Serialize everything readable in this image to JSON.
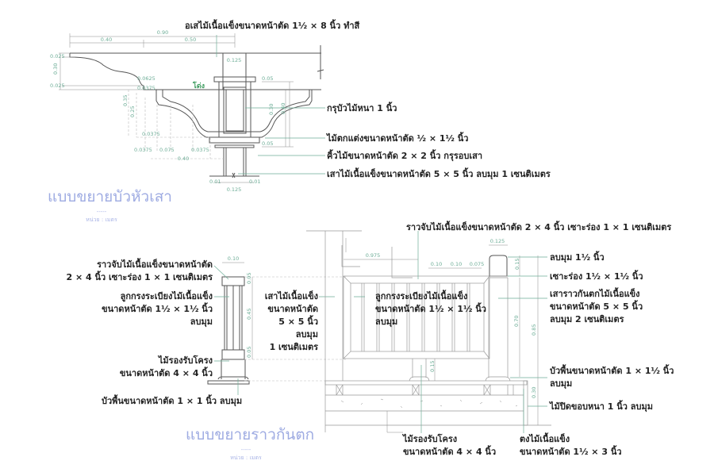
{
  "capital": {
    "title": "แบบขยายบัวหัวเสา",
    "dashes": "-----",
    "unit": "หน่วย : เมตร",
    "tag": "โด่ง",
    "labels": {
      "top": "อเสไม้เนื้อแข็งขนาดหน้าตัด 1½ × 8 นิ้ว  ทำสี",
      "panel": "กรุบัวไม้หนา 1 นิ้ว",
      "trim": "ไม้ตกแต่งขนาดหน้าตัด ½ × 1½ นิ้ว",
      "molding": "คิ้วไม้ขนาดหน้าตัด 2 × 2 นิ้ว  กรุรอบเสา",
      "post": "เสาไม้เนื้อแข็งขนาดหน้าตัด 5 × 5 นิ้ว  ลบมุม 1 เซนติเมตร"
    },
    "dims": {
      "d090": "0.90",
      "d040a": "0.40",
      "d050": "0.50",
      "d0125a": "0.125",
      "d0025a": "0.025",
      "d030a": "0.30",
      "d0025b": "0.025",
      "d00625": "0.0625",
      "d00375a": "0.0375",
      "d035": "0.35",
      "d025": "0.25",
      "d00375b": "0.0375",
      "d00375c": "0.0375",
      "d0075": "0.075",
      "d00375d": "0.0375",
      "d040b": "0.40",
      "d005a": "0.05",
      "d005b": "0.05",
      "d030b": "0.30",
      "d040c": "0.40",
      "d001a": "0.01",
      "d001b": "0.01",
      "d0125b": "0.125"
    }
  },
  "railing": {
    "title": "แบบขยายราวกันตก",
    "dashes": "-----",
    "unit": "หน่วย : เมตร",
    "section_labels": {
      "rail1": "ราวจับไม้เนื้อแข็งขนาดหน้าตัด",
      "rail2": "2 × 4 นิ้ว  เซาะร่อง 1 × 1 เซนติเมตร",
      "bal1": "ลูกกรงระเบียงไม้เนื้อแข็ง",
      "bal2": "ขนาดหน้าตัด 1½ × 1½ นิ้ว",
      "bal3": "ลบมุม",
      "sup1": "ไม้รองรับโครง",
      "sup2": "ขนาดหน้าตัด 4 × 4 นิ้ว",
      "base": "บัวพื้นขนาดหน้าตัด 1 × 1 นิ้ว  ลบมุม"
    },
    "post_labels": {
      "p1": "เสาไม้เนื้อแข็ง",
      "p2": "ขนาดหน้าตัด",
      "p3": "5 × 5 นิ้ว",
      "p4": "ลบมุม",
      "p5": "1 เซนติเมตร"
    },
    "elevation_labels": {
      "top": "ราวจับไม้เนื้อแข็งขนาดหน้าตัด 2 × 4 นิ้ว  เซาะร่อง 1 × 1 เซนติเมตร",
      "bal1": "ลูกกรงระเบียงไม้เนื้อแข็ง",
      "bal2": "ขนาดหน้าตัด 1½ × 1½ นิ้ว",
      "bal3": "ลบมุม",
      "chamfer": "ลบมุม 1½ นิ้ว",
      "groove": "เซาะร่อง 1½ × 1½ นิ้ว",
      "post1": "เสาราวกันตกไม้เนื้อแข็ง",
      "post2": "ขนาดหน้าตัด 5 × 5 นิ้ว",
      "post3": "ลบมุม 2 เซนติเมตร",
      "base1": "บัวพื้นขนาดหน้าตัด 1 × 1½ นิ้ว",
      "base2": "ลบมุม",
      "edge": "ไม้ปิดขอบหนา 1 นิ้ว  ลบมุม",
      "sup1": "ไม้รองรับโครง",
      "sup2": "ขนาดหน้าตัด 4 × 4 นิ้ว",
      "joist1": "ตงไม้เนื้อแข็ง",
      "joist2": "ขนาดหน้าตัด 1½ × 3 นิ้ว"
    },
    "dims": {
      "s010": "0.10",
      "s005a": "0.05",
      "s045": "0.45",
      "s005b": "0.05",
      "e0975": "0.975",
      "e010a": "0.10",
      "e010b": "0.10",
      "e0075": "0.075",
      "e0125": "0.125",
      "e015a": "0.15",
      "e070": "0.70",
      "e085": "0.85",
      "e015b": "0.15",
      "e030": "0.30"
    }
  }
}
